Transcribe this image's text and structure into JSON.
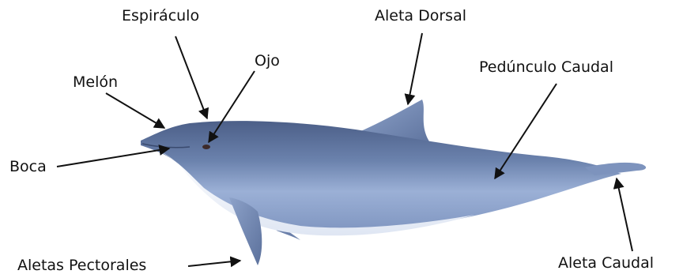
{
  "labels": {
    "espiraculo": "Espiráculo",
    "aleta_dorsal": "Aleta Dorsal",
    "ojo": "Ojo",
    "pedunculo_caudal": "Pedúnculo Caudal",
    "melon": "Melón",
    "boca": "Boca",
    "aletas_pectorales": "Aletas Pectorales",
    "aleta_caudal": "Aleta Caudal"
  },
  "colors": {
    "dolphin_back": "#5a6f98",
    "dolphin_side": "#8ea4cc",
    "dolphin_belly": "#f1f4fb",
    "label_text": "#111111",
    "arrow": "#111111"
  }
}
